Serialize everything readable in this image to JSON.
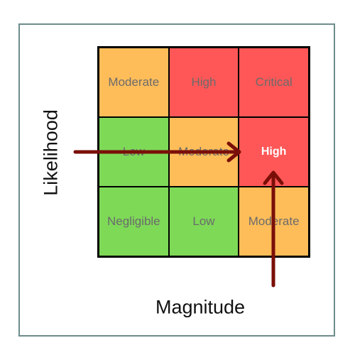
{
  "axes": {
    "y_label": "Likelihood",
    "x_label": "Magnitude"
  },
  "colors": {
    "green": "#7ed957",
    "orange": "#ffbd59",
    "red": "#ff5757",
    "arrow": "#7a0f08",
    "frame": "#6e8c8c"
  },
  "matrix": {
    "rows": [
      [
        {
          "label": "Moderate",
          "color": "orange"
        },
        {
          "label": "High",
          "color": "red"
        },
        {
          "label": "Critical",
          "color": "red"
        }
      ],
      [
        {
          "label": "Low",
          "color": "green"
        },
        {
          "label": "Moderate",
          "color": "orange"
        },
        {
          "label": "High",
          "color": "red",
          "highlight": true
        }
      ],
      [
        {
          "label": "Negligible",
          "color": "green"
        },
        {
          "label": "Low",
          "color": "green"
        },
        {
          "label": "Moderate",
          "color": "orange"
        }
      ]
    ]
  }
}
